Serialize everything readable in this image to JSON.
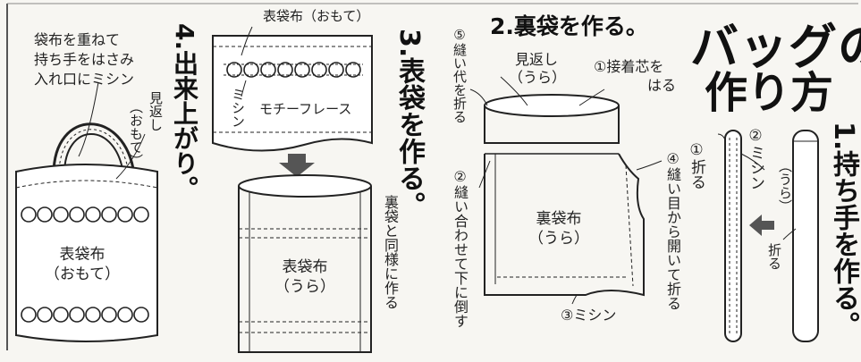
{
  "title": {
    "line1": "バッグの",
    "line2": "作り方"
  },
  "step1": {
    "heading_num": "1.",
    "heading_text": "持ち手を作る。",
    "fold_label_1": "①折る",
    "sewing_label": "②ミシン",
    "inside_label": "（うら）",
    "fold_label_2": "折る"
  },
  "step2": {
    "heading": "2.裏袋を作る。",
    "facing_label": "見返し",
    "facing_side": "（うら）",
    "interfacing_label_1": "①接着芯を",
    "interfacing_label_2": "はる",
    "fold_allowance": "⑤縫い代を折る",
    "sew_together": "②縫い合わせて下に倒す",
    "open_seam": "④縫い目から開いて折る",
    "lining_label": "裏袋布",
    "lining_side": "（うら）",
    "sewing3": "③ミシン"
  },
  "step3": {
    "heading": "3.表袋を作る。",
    "outer_fabric_top": "表袋布（おもて）",
    "machine": "ミシン",
    "motif_lace": "モチーフレース",
    "same_as_lining": "裏袋と同様に作る",
    "outer_fabric": "表袋布",
    "outer_side": "（うら）"
  },
  "step4": {
    "heading": "4.出来上がり。",
    "note_line1": "袋布を重ねて",
    "note_line2": "持ち手をはさみ",
    "note_line3": "入れ口にミシン",
    "facing_label": "見返し",
    "facing_side": "（おもて）",
    "outer_fabric": "表袋布",
    "outer_side": "（おもて）"
  },
  "colors": {
    "ink": "#1a1a1a",
    "arrow": "#555555",
    "paper": "#f7f6f2"
  }
}
